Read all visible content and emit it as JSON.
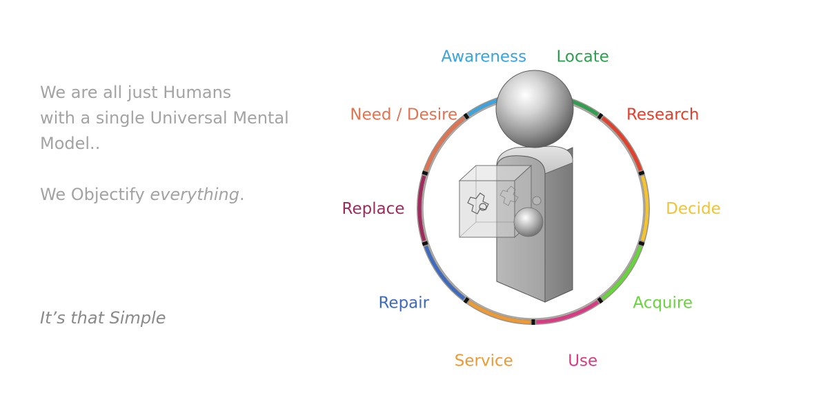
{
  "intro": {
    "line1": "We are all just Humans",
    "line2": "with a single Universal Mental",
    "line3": "Model..",
    "objectify_prefix": "We Objectify ",
    "objectify_emph": "everything",
    "objectify_suffix": "."
  },
  "closing": "It’s that Simple",
  "cycle": {
    "stages": [
      {
        "label": "Need / Desire",
        "color": "#e07352"
      },
      {
        "label": "Awareness",
        "color": "#3aa3e0"
      },
      {
        "label": "Locate",
        "color": "#2e9e4f"
      },
      {
        "label": "Research",
        "color": "#e2402c"
      },
      {
        "label": "Decide",
        "color": "#f2c332"
      },
      {
        "label": "Acquire",
        "color": "#66d43a"
      },
      {
        "label": "Use",
        "color": "#d83a86"
      },
      {
        "label": "Service",
        "color": "#ee9a34"
      },
      {
        "label": "Repair",
        "color": "#3c6bc0"
      },
      {
        "label": "Replace",
        "color": "#9e2a5e"
      }
    ]
  }
}
